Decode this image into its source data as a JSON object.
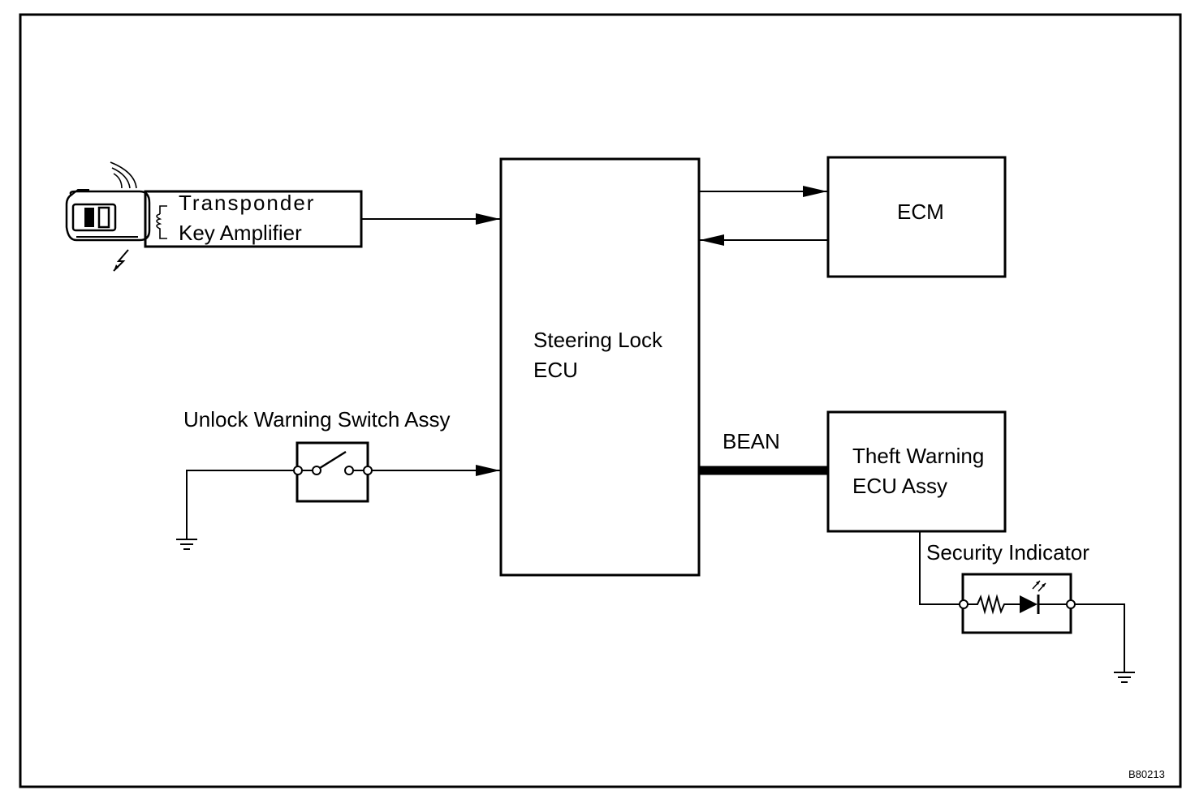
{
  "diagram": {
    "transponder": {
      "line1": "Transponder",
      "line2": "Key Amplifier"
    },
    "steering_lock": {
      "line1": "Steering Lock",
      "line2": "ECU"
    },
    "ecm": {
      "label": "ECM"
    },
    "theft_warning": {
      "line1": "Theft  Warning",
      "line2": "ECU Assy"
    },
    "unlock_switch": {
      "label": "Unlock Warning Switch Assy"
    },
    "bean": {
      "label": "BEAN"
    },
    "security_indicator": {
      "label": "Security Indicator"
    },
    "figure_code": "B80213"
  }
}
